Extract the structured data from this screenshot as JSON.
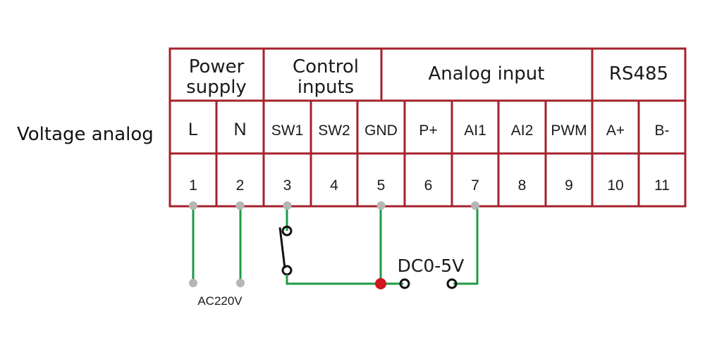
{
  "title": "Voltage analog",
  "groups": [
    {
      "label_lines": [
        "Power",
        "supply"
      ]
    },
    {
      "label_lines": [
        "Control",
        "inputs"
      ]
    },
    {
      "label_lines": [
        "Analog input"
      ]
    },
    {
      "label_lines": [
        "RS485"
      ]
    }
  ],
  "terminals": [
    {
      "name": "L",
      "number": "1"
    },
    {
      "name": "N",
      "number": "2"
    },
    {
      "name": "SW1",
      "number": "3"
    },
    {
      "name": "SW2",
      "number": "4"
    },
    {
      "name": "GND",
      "number": "5"
    },
    {
      "name": "P+",
      "number": "6"
    },
    {
      "name": "AI1",
      "number": "7"
    },
    {
      "name": "AI2",
      "number": "8"
    },
    {
      "name": "PWM",
      "number": "9"
    },
    {
      "name": "A+",
      "number": "10"
    },
    {
      "name": "B-",
      "number": "11"
    }
  ],
  "wiring": {
    "ac_label": "AC220V",
    "dc_label": "DC0-5V"
  },
  "colors": {
    "grid": "#a5222c",
    "wire": "#1f9a45",
    "junction": "#d0161f",
    "terminal_dot": "#b5b5b5"
  }
}
